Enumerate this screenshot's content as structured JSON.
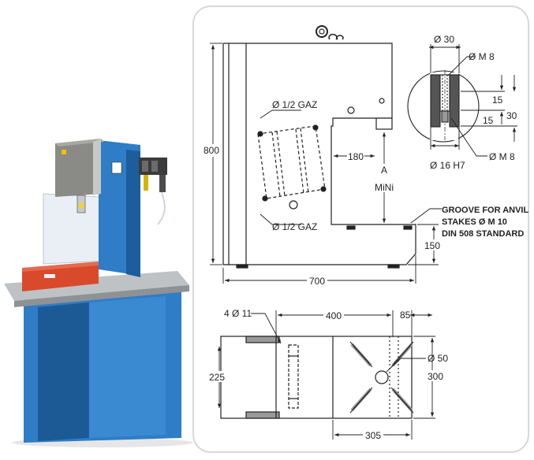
{
  "colors": {
    "panel_background": "#ffffff",
    "panel_border": "#d8d8d8",
    "machine_blue": "#2e7dc6",
    "machine_blue_dark": "#1d5d9c",
    "machine_grey": "#8a8a86",
    "table_red": "#d9492b",
    "line": "#222222"
  },
  "photo": {
    "subject": "hydraulic C-frame press on blue stand"
  },
  "side_view": {
    "height": "800",
    "throat_depth": "180",
    "stroke_label_top": "A",
    "stroke_label_bottom": "MiNi",
    "base_height": "150",
    "overall_depth": "700",
    "port_top": "Ø 1/2 GAZ",
    "port_bottom": "Ø 1/2 GAZ",
    "groove_note_line1": "GROOVE FOR ANVIL",
    "groove_note_line2": "STAKES Ø M 10",
    "groove_note_line3": "DIN 508 STANDARD"
  },
  "ram_detail": {
    "dia_outer": "Ø 30",
    "thread_top": "Ø M 8",
    "dim_15_a": "15",
    "dim_15_b": "15",
    "dim_30": "30",
    "dia_bore": "Ø 16 H7",
    "thread_bottom": "Ø M 8"
  },
  "top_view": {
    "holes": "4 Ø 11",
    "hole_spacing": "400",
    "edge_offset": "85",
    "width_inner": "225",
    "center_hole": "Ø 50",
    "table_width": "300",
    "table_depth": "305"
  }
}
